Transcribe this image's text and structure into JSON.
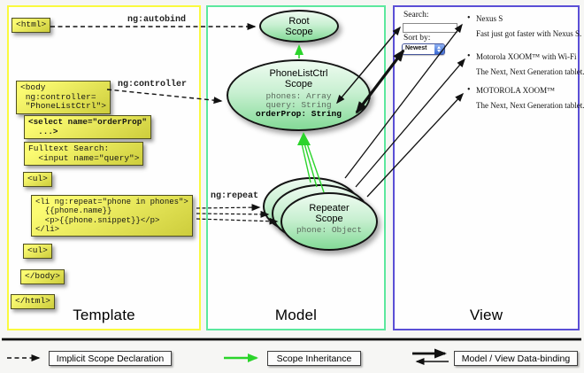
{
  "columns": {
    "template": {
      "label": "Template"
    },
    "model": {
      "label": "Model"
    },
    "view": {
      "label": "View"
    }
  },
  "template_code": {
    "html_open": "<html>",
    "body_open": "<body\n ng:controller=\n \"PhoneListCtrl\">",
    "select": "<select name=\"orderProp\"\n  ...>",
    "fulltext": "Fulltext Search:\n  <input name=\"query\">",
    "ul_open": "<ul>",
    "li_repeat": "<li ng:repeat=\"phone in phones\">\n  {{phone.name}}\n  <p>{{phone.snippet}}</p>\n</li>",
    "ul_close": "<ul>",
    "body_close": "</body>",
    "html_close": "</html>"
  },
  "arrow_labels": {
    "autobind": "ng:autobind",
    "controller": "ng:controller",
    "repeat": "ng:repeat"
  },
  "model_scopes": {
    "root": {
      "title": "Root\nScope"
    },
    "phone_list": {
      "title": "PhoneListCtrl\nScope",
      "prop1": "phones: Array",
      "prop2": "query: String",
      "prop3": "orderProp: String"
    },
    "repeater": {
      "title": "Repeater\nScope",
      "prop": "phone: Object"
    }
  },
  "view_panel": {
    "search_label": "Search:",
    "search_value": "",
    "sort_label": "Sort by:",
    "sort_value": "Newest",
    "items": [
      {
        "title": "Nexus S",
        "desc": "Fast just got faster with Nexus S."
      },
      {
        "title": "Motorola XOOM™ with Wi-Fi",
        "desc": "The Next, Next Generation tablet."
      },
      {
        "title": "MOTOROLA XOOM™",
        "desc": "The Next, Next Generation tablet."
      }
    ]
  },
  "legend": {
    "implicit": "Implicit Scope Declaration",
    "inheritance": "Scope Inheritance",
    "binding": "Model / View Data-binding"
  },
  "colors": {
    "c-template-border": "#fafa3e",
    "c-model-border": "#5ce89e",
    "c-view-border": "#5b4fd6",
    "c-green-arrow": "#2bd42b"
  }
}
